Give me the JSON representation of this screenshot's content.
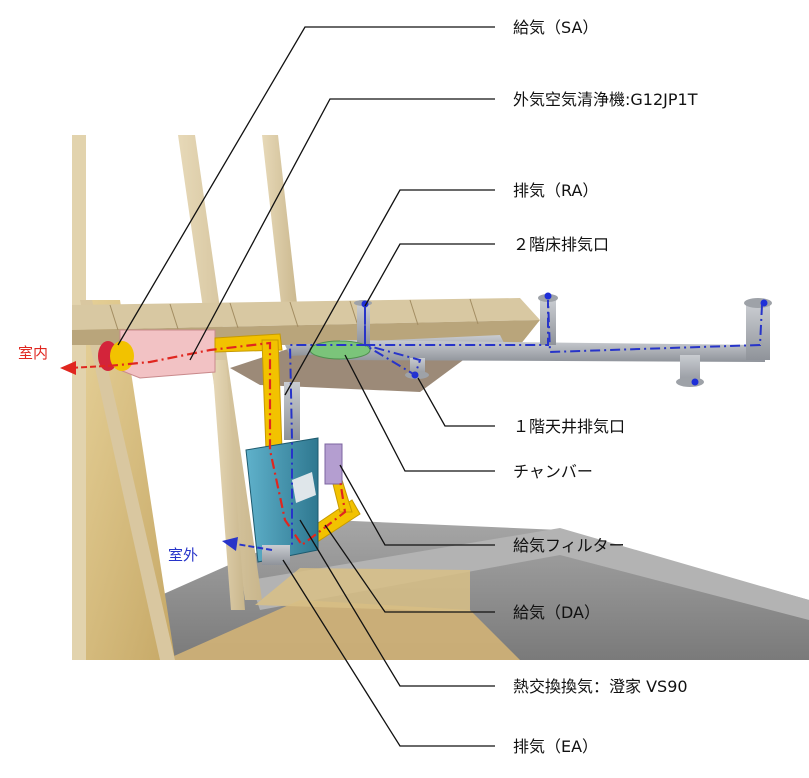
{
  "labels": {
    "supply_sa": "給気（SA）",
    "outdoor_air_purifier": "外気空気清浄機:G12JP1T",
    "exhaust_ra": "排気（RA）",
    "floor2_exhaust_port": "２階床排気口",
    "floor1_ceiling_exhaust_port": "１階天井排気口",
    "chamber": "チャンバー",
    "supply_filter": "給気フィルター",
    "supply_da": "給気（DA）",
    "heat_exchange_ventilator": "熱交換換気：澄家 VS90",
    "exhaust_ea": "排気（EA）",
    "indoor": "室内",
    "outdoor": "室外"
  },
  "colors": {
    "supply_line": "#e0261f",
    "exhaust_line": "#2734c9",
    "duct_yellow": "#f2c200",
    "duct_grey": "#a9adb4",
    "ventilator_teal": "#3e90ad",
    "wood": "#d9c9a3",
    "purifier_pink": "#f2c2c4"
  }
}
